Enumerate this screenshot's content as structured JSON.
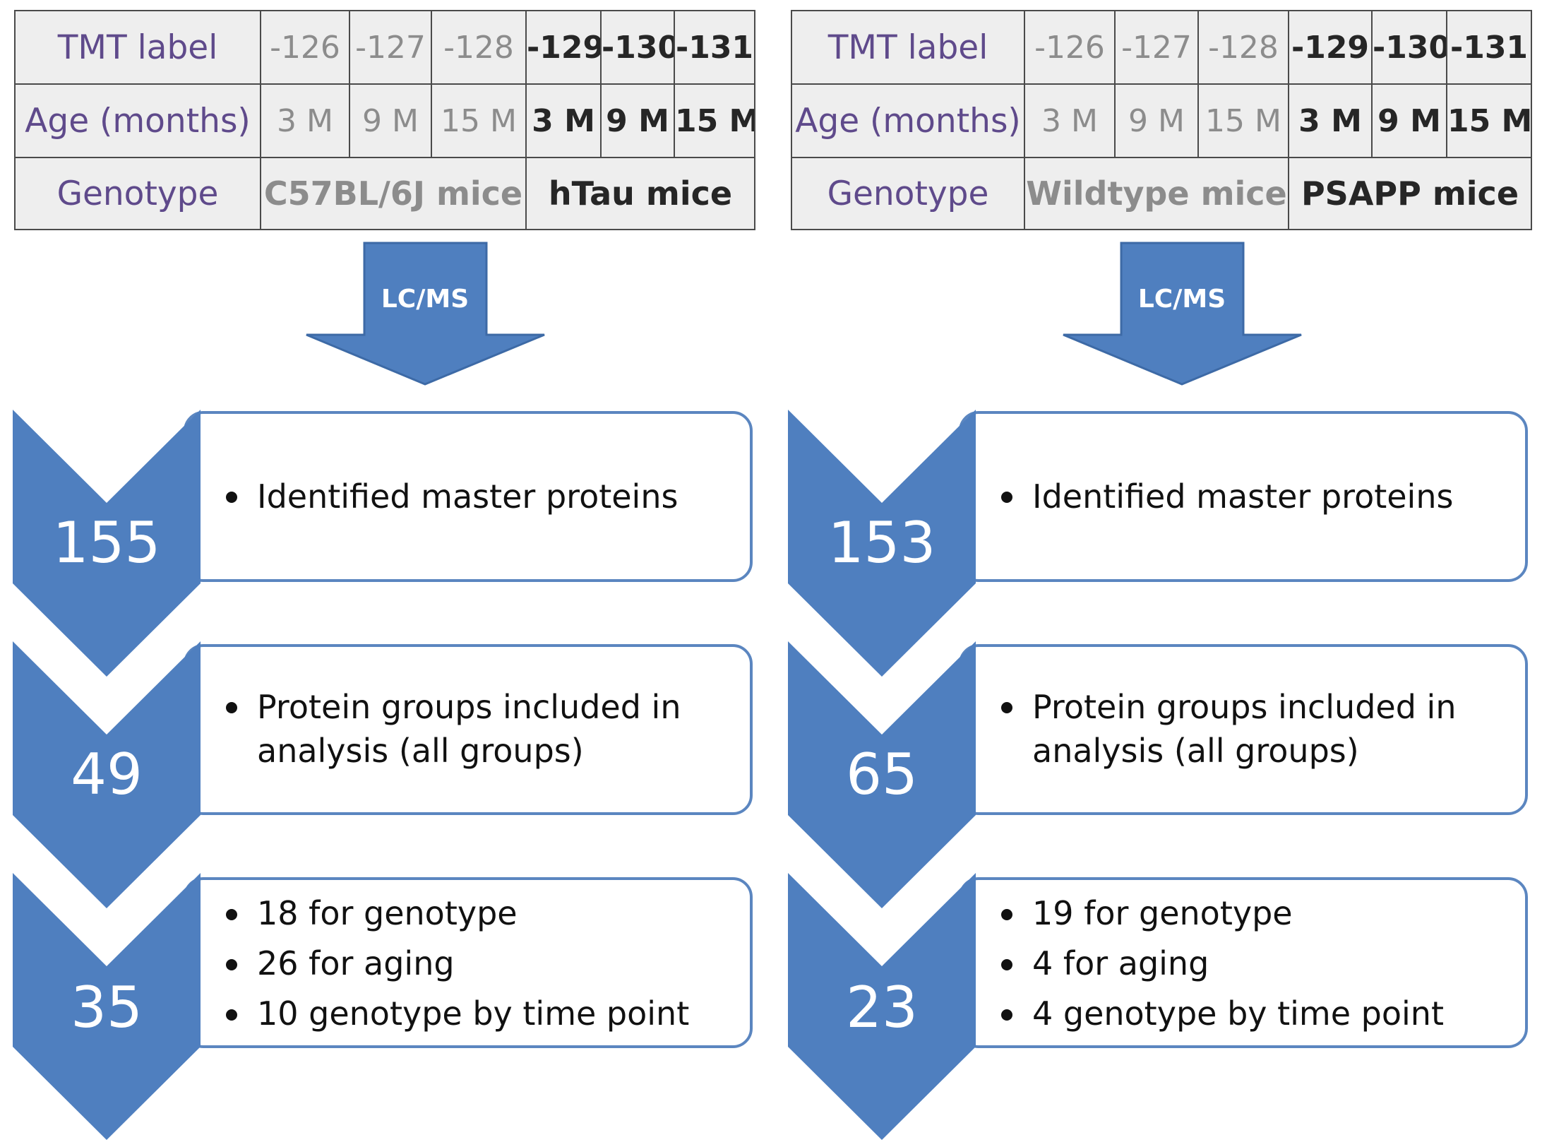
{
  "colors": {
    "arrow_blue": "#4f7fbf",
    "box_border": "#5b86c0",
    "header_purple": "#5f4a8b",
    "control_gray": "#8c8c8c"
  },
  "panels": [
    {
      "table": {
        "tmt_header": "TMT label",
        "age_header": "Age (months)",
        "genotype_header": "Genotype",
        "tmt_labels": [
          "-126",
          "-127",
          "-128",
          "-129",
          "-130",
          "-131"
        ],
        "ages": [
          "3 M",
          "9 M",
          "15 M",
          "3 M",
          "9 M",
          "15 M"
        ],
        "genotypes": [
          "C57BL/6J mice",
          "hTau mice"
        ]
      },
      "arrow_label": "LC/MS",
      "steps": [
        {
          "number": "155",
          "bullets": [
            "Identified master proteins"
          ]
        },
        {
          "number": "49",
          "bullets": [
            "Protein groups included in analysis (all groups)"
          ]
        },
        {
          "number": "35",
          "bullets": [
            "18 for genotype",
            "26 for aging",
            "10 genotype by time point"
          ]
        }
      ]
    },
    {
      "table": {
        "tmt_header": "TMT label",
        "age_header": "Age (months)",
        "genotype_header": "Genotype",
        "tmt_labels": [
          "-126",
          "-127",
          "-128",
          "-129",
          "-130",
          "-131"
        ],
        "ages": [
          "3 M",
          "9 M",
          "15 M",
          "3 M",
          "9 M",
          "15 M"
        ],
        "genotypes": [
          "Wildtype mice",
          "PSAPP mice"
        ]
      },
      "arrow_label": "LC/MS",
      "steps": [
        {
          "number": "153",
          "bullets": [
            "Identified master proteins"
          ]
        },
        {
          "number": "65",
          "bullets": [
            "Protein groups included in analysis (all groups)"
          ]
        },
        {
          "number": "23",
          "bullets": [
            "19 for genotype",
            "4 for aging",
            "4 genotype by time point"
          ]
        }
      ]
    }
  ]
}
